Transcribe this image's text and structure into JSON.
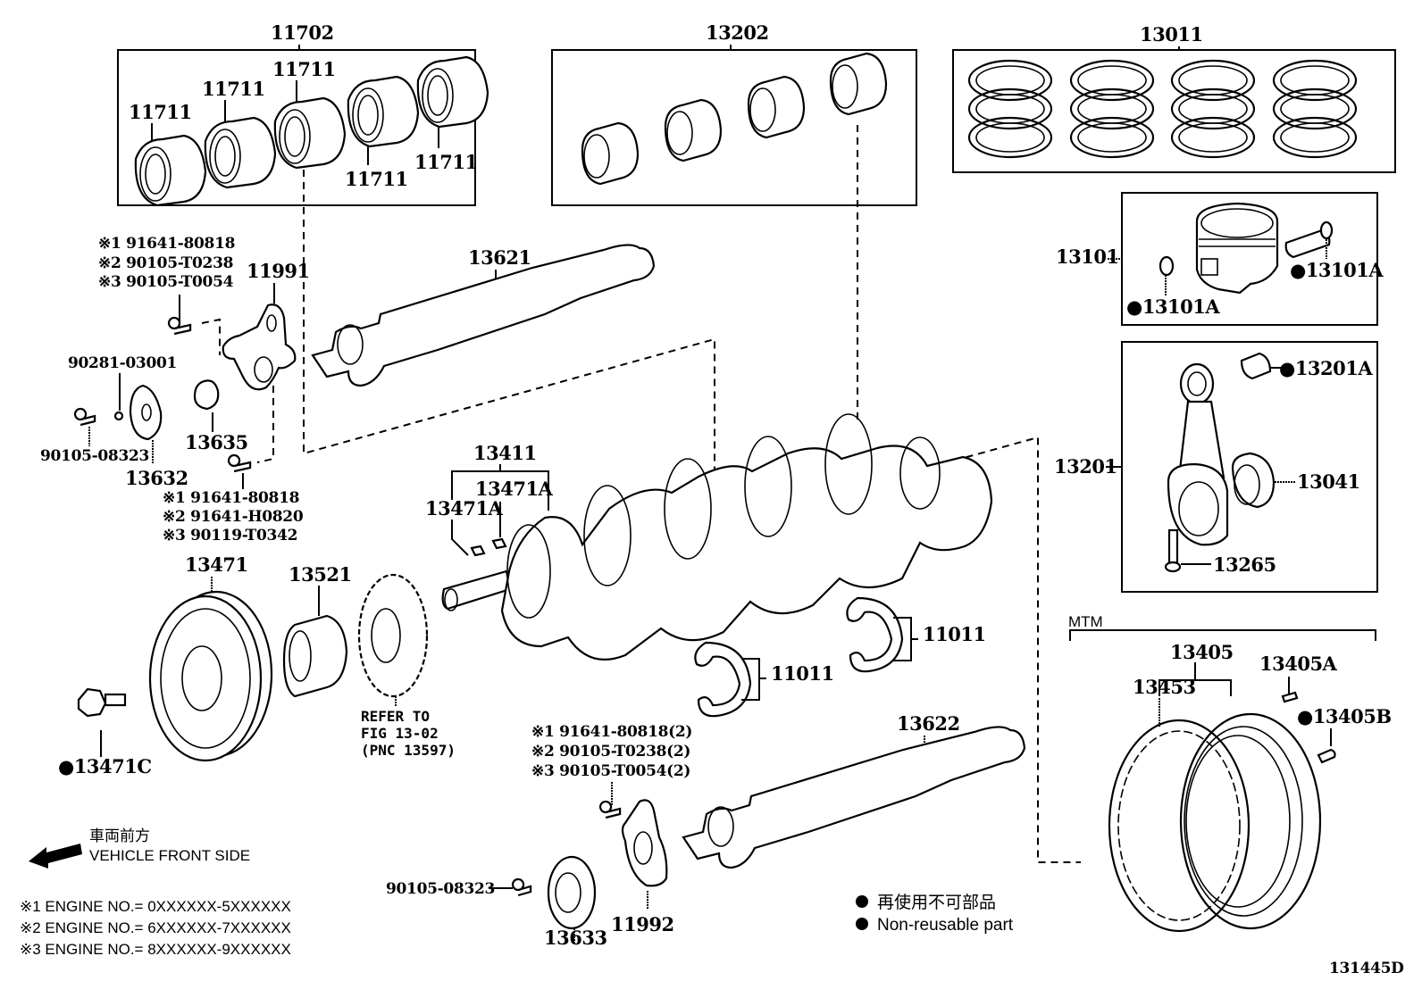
{
  "diagram": {
    "figure_id": "131445D",
    "groups": {
      "main_bearing_set": {
        "number": "11702",
        "bearings": [
          "11711",
          "11711",
          "11711",
          "11711",
          "11711"
        ]
      },
      "conrod_bearing_set": {
        "number": "13202"
      },
      "piston_ring_set": {
        "number": "13011"
      },
      "piston_box": {
        "number": "13101",
        "pin_clip_left": "●13101A",
        "pin_clip_right": "●13101A"
      },
      "conrod_box": {
        "number": "13201",
        "bushing": "●13201A",
        "bearing": "13041",
        "bolt": "13265"
      },
      "flywheel_group": {
        "header": "MTM",
        "flywheel": "13405",
        "ring_gear": "13453",
        "pin": "13405A",
        "bolt": "●13405B"
      }
    },
    "parts": {
      "p11991": "11991",
      "p13621": "13621",
      "p13622": "13622",
      "p13635": "13635",
      "p13632": "13632",
      "p13633": "13633",
      "p11992": "11992",
      "p13411": "13411",
      "p13471A_1": "13471A",
      "p13471A_2": "13471A",
      "p13471": "13471",
      "p13471C": "●13471C",
      "p13521": "13521",
      "p11011_a": "11011",
      "p11011_b": "11011",
      "p90281": "90281-03001",
      "p90105_top": "90105-08323",
      "p90105_bottom": "90105-08323"
    },
    "bolt_variants_upper": [
      "※1 91641-80818",
      "※2 90105-T0238",
      "※3 90105-T0054"
    ],
    "bolt_variants_mid": [
      "※1 91641-80818",
      "※2 91641-H0820",
      "※3 90119-T0342"
    ],
    "bolt_variants_lower": [
      "※1 91641-80818(2)",
      "※2 90105-T0238(2)",
      "※3 90105-T0054(2)"
    ],
    "refer_note": [
      "REFER TO",
      "FIG 13-02",
      "(PNC 13597)"
    ],
    "front_side": {
      "jp": "車両前方",
      "en": "VEHICLE FRONT SIDE"
    },
    "engine_notes": [
      "※1 ENGINE NO.= 0XXXXXX-5XXXXXX",
      "※2 ENGINE NO.= 6XXXXXX-7XXXXXX",
      "※3 ENGINE NO.= 8XXXXXX-9XXXXXX"
    ],
    "legend": {
      "jp": "再使用不可部品",
      "en": "Non-reusable part"
    }
  }
}
